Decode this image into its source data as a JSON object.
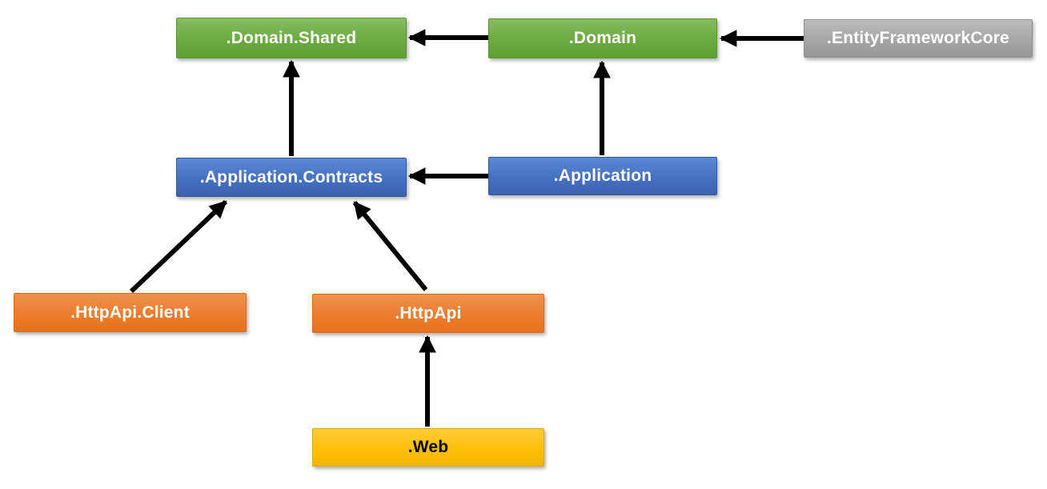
{
  "diagram": {
    "type": "dependency-diagram",
    "nodes": [
      {
        "id": "domain-shared",
        "label": ".Domain.Shared",
        "color": "#70ad47"
      },
      {
        "id": "domain",
        "label": ".Domain",
        "color": "#70ad47"
      },
      {
        "id": "entityframeworkcore",
        "label": ".EntityFrameworkCore",
        "color": "#a6a6a6"
      },
      {
        "id": "application-contracts",
        "label": ".Application.Contracts",
        "color": "#4472c4"
      },
      {
        "id": "application",
        "label": ".Application",
        "color": "#4472c4"
      },
      {
        "id": "httpapi-client",
        "label": ".HttpApi.Client",
        "color": "#ed7d31"
      },
      {
        "id": "httpapi",
        "label": ".HttpApi",
        "color": "#ed7d31"
      },
      {
        "id": "web",
        "label": ".Web",
        "color": "#ffc000"
      }
    ],
    "edges": [
      {
        "from": ".Domain",
        "to": ".Domain.Shared"
      },
      {
        "from": ".EntityFrameworkCore",
        "to": ".Domain"
      },
      {
        "from": ".Application.Contracts",
        "to": ".Domain.Shared"
      },
      {
        "from": ".Application",
        "to": ".Domain"
      },
      {
        "from": ".Application",
        "to": ".Application.Contracts"
      },
      {
        "from": ".HttpApi.Client",
        "to": ".Application.Contracts"
      },
      {
        "from": ".HttpApi",
        "to": ".Application.Contracts"
      },
      {
        "from": ".Web",
        "to": ".HttpApi"
      }
    ],
    "arrow_color": "#000000",
    "text_colors": {
      "default": "#ffffff",
      "web": "#000000"
    }
  }
}
